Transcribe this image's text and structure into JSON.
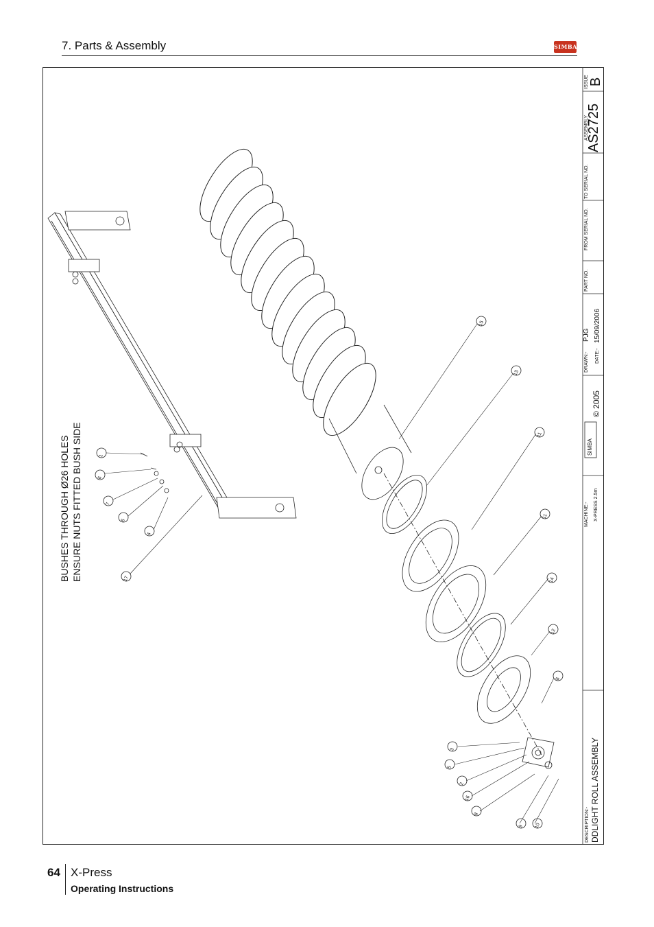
{
  "header": {
    "section_title": "7. Parts & Assembly",
    "logo_text": "SIMBA"
  },
  "notes": {
    "line1": "BUSHES THROUGH Ø26 HOLES",
    "line2": "ENSURE NUTS FITTED BUSH SIDE"
  },
  "title_block": {
    "description_label": "DESCRIPTION:-",
    "description": "DDLIGHT ROLL ASSEMBLY",
    "machine_label": "MACHINE:-",
    "machine": "X-PRESS 2.5m",
    "logo_text": "SIMBA",
    "copyright": "© 2005",
    "drawn_label": "DRAWN:-",
    "drawn": "PJG",
    "date_label": "DATE:-",
    "date": "15/09/2006",
    "part_no_label": "PART NO.",
    "from_serial_label": "FROM SERIAL NO.",
    "to_serial_label": "TO SERIAL NO.",
    "assembly_label": "ASSEMBLY",
    "assembly": "AS2725",
    "issue_label": "ISSUE",
    "issue": "B"
  },
  "balloons": [
    "1",
    "6",
    "7",
    "6",
    "4",
    "17",
    "15",
    "13",
    "11",
    "11",
    "14",
    "12",
    "8",
    "3",
    "5",
    "2",
    "16",
    "8",
    "9",
    "10"
  ],
  "footer": {
    "page_number": "64",
    "product": "X-Press",
    "subtitle": "Operating Instructions"
  }
}
